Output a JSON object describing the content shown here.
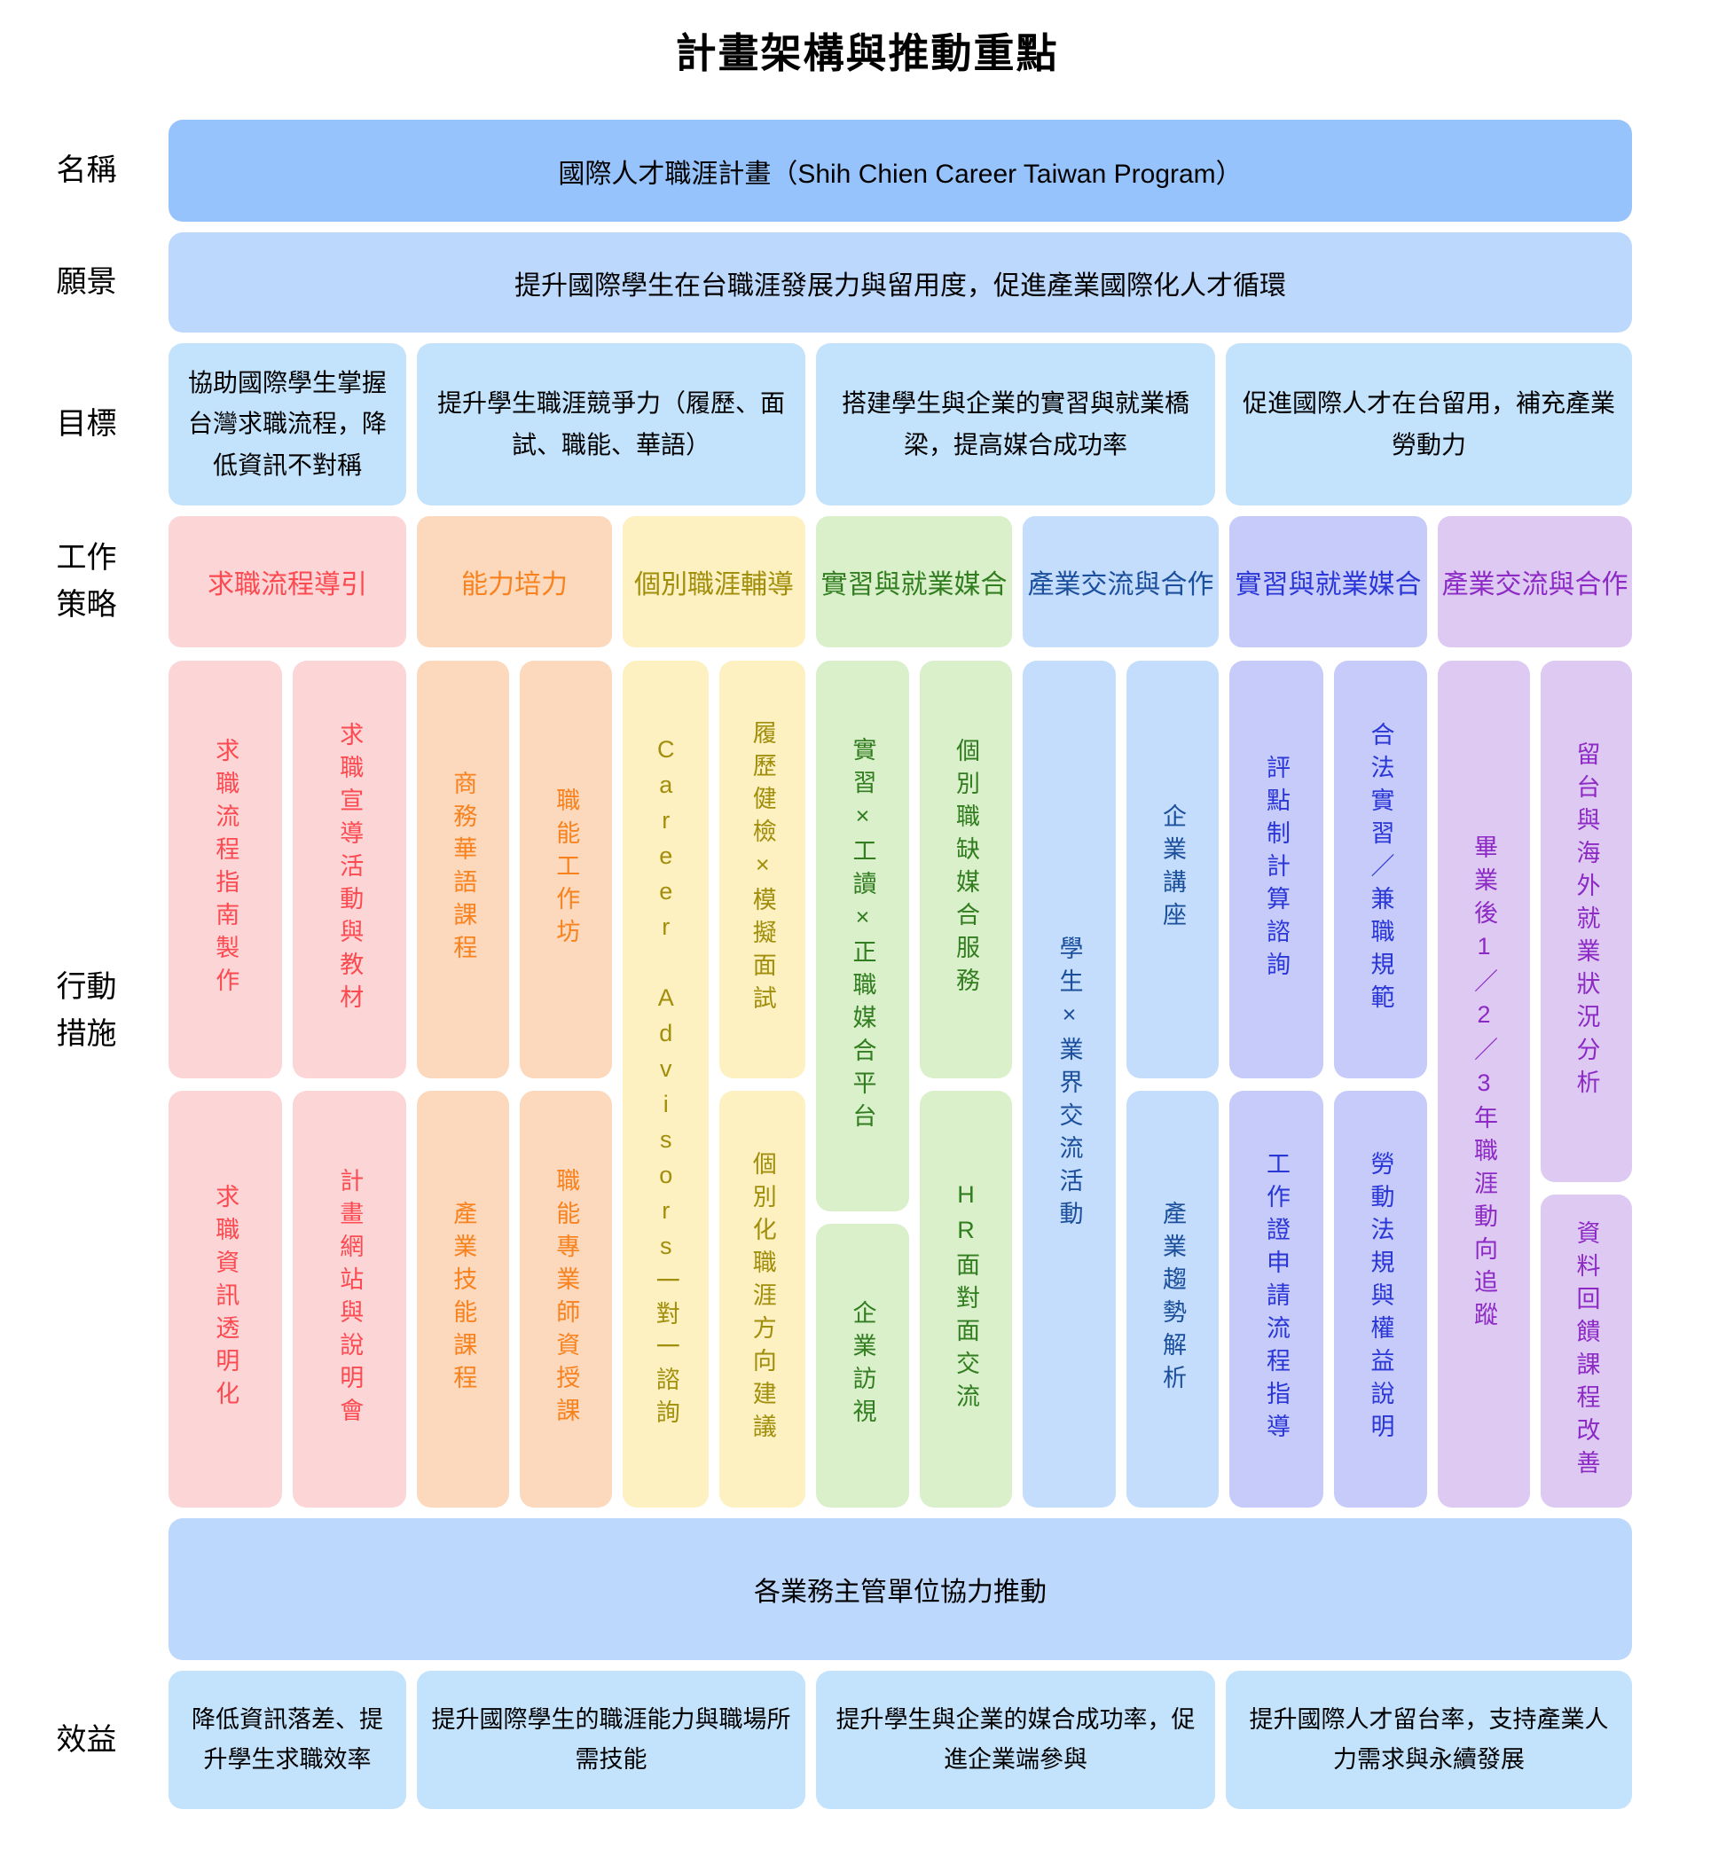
{
  "title": "計畫架構與推動重點",
  "colors": {
    "name_bar_bg": "#97c3fc",
    "vision_bar_bg": "#bdd8fd",
    "goal_box_bg": "#c3e2fc",
    "coordination_bar_bg": "#bdd8fd",
    "benefit_box_bg": "#c3e2fc",
    "red": {
      "bg": "#fcd5d7",
      "fg": "#fb4a50"
    },
    "orange": {
      "bg": "#fcd8bc",
      "fg": "#f8821e"
    },
    "yellow": {
      "bg": "#fdf0c1",
      "fg": "#a18e0a"
    },
    "green": {
      "bg": "#d9f0cb",
      "fg": "#317d1f"
    },
    "lightblue": {
      "bg": "#c4ddfc",
      "fg": "#1b4f9b"
    },
    "periwinkle": {
      "bg": "#c6cbf9",
      "fg": "#2a36d6"
    },
    "purple": {
      "bg": "#ddc9f2",
      "fg": "#8d2ac5"
    }
  },
  "rows": {
    "name": {
      "label": "名稱",
      "text": "國際人才職涯計畫（Shih Chien Career Taiwan Program）"
    },
    "vision": {
      "label": "願景",
      "text": "提升國際學生在台職涯發展力與留用度，促進產業國際化人才循環"
    },
    "goals": {
      "label": "目標",
      "items": [
        {
          "text": "協助國際學生掌握台灣求職流程，降低資訊不對稱"
        },
        {
          "text": "提升學生職涯競爭力（履歷、面試、職能、華語）"
        },
        {
          "text": "搭建學生與企業的實習與就業橋梁，提高媒合成功率"
        },
        {
          "text": "促進國際人才在台留用，補充產業勞動力"
        }
      ]
    },
    "strategies": {
      "label": "工作\n策略",
      "items": [
        {
          "text": "求職流程導引",
          "color": "red"
        },
        {
          "text": "能力培力",
          "color": "orange"
        },
        {
          "text": "個別職涯輔導",
          "color": "yellow"
        },
        {
          "text": "實習與就業媒合",
          "color": "green"
        },
        {
          "text": "產業交流與合作",
          "color": "lightblue"
        },
        {
          "text": "實習與就業媒合",
          "color": "periwinkle"
        },
        {
          "text": "產業交流與合作",
          "color": "purple"
        }
      ]
    },
    "actions": {
      "label": "行動\n措施",
      "groups": [
        {
          "color": "red",
          "cols": [
            {
              "cells": [
                {
                  "text": "求職流程指南製作"
                },
                {
                  "text": "求職資訊透明化"
                }
              ]
            },
            {
              "cells": [
                {
                  "text": "求職宣導活動與教材"
                },
                {
                  "text": "計畫網站與說明會"
                }
              ]
            }
          ]
        },
        {
          "color": "orange",
          "cols": [
            {
              "cells": [
                {
                  "text": "商務華語課程"
                },
                {
                  "text": "產業技能課程"
                }
              ]
            },
            {
              "cells": [
                {
                  "text": "職能工作坊"
                },
                {
                  "text": "職能專業師資授課"
                }
              ]
            }
          ]
        },
        {
          "color": "yellow",
          "cols": [
            {
              "cells": [
                {
                  "text": "Career Advisors一對一諮詢"
                }
              ]
            },
            {
              "cells": [
                {
                  "text": "履歷健檢×模擬面試"
                },
                {
                  "text": "個別化職涯方向建議"
                }
              ]
            }
          ]
        },
        {
          "color": "green",
          "cols": [
            {
              "cells": [
                {
                  "text": "實習×工讀×正職媒合平台"
                },
                {
                  "text": "企業訪視"
                }
              ]
            },
            {
              "cells": [
                {
                  "text": "個別職缺媒合服務"
                },
                {
                  "text": "HR面對面交流"
                }
              ]
            }
          ]
        },
        {
          "color": "lightblue",
          "cols": [
            {
              "cells": [
                {
                  "text": "學生×業界交流活動"
                }
              ]
            },
            {
              "cells": [
                {
                  "text": "企業講座"
                },
                {
                  "text": "產業趨勢解析"
                }
              ]
            }
          ]
        },
        {
          "color": "periwinkle",
          "cols": [
            {
              "cells": [
                {
                  "text": "評點制計算諮詢"
                },
                {
                  "text": "工作證申請流程指導"
                }
              ]
            },
            {
              "cells": [
                {
                  "text": "合法實習／兼職規範"
                },
                {
                  "text": "勞動法規與權益說明"
                }
              ]
            }
          ]
        },
        {
          "color": "purple",
          "cols": [
            {
              "cells": [
                {
                  "text": "畢業後1／2／3年職涯動向追蹤"
                }
              ]
            },
            {
              "cells": [
                {
                  "text": "留台與海外就業狀況分析"
                },
                {
                  "text": "資料回饋課程改善"
                }
              ]
            }
          ]
        }
      ]
    },
    "coordination": {
      "text": "各業務主管單位協力推動"
    },
    "benefits": {
      "label": "效益",
      "items": [
        {
          "text": "降低資訊落差、提升學生求職效率"
        },
        {
          "text": "提升國際學生的職涯能力與職場所需技能"
        },
        {
          "text": "提升學生與企業的媒合成功率，促進企業端參與"
        },
        {
          "text": "提升國際人才留台率，支持產業人力需求與永續發展"
        }
      ]
    }
  }
}
